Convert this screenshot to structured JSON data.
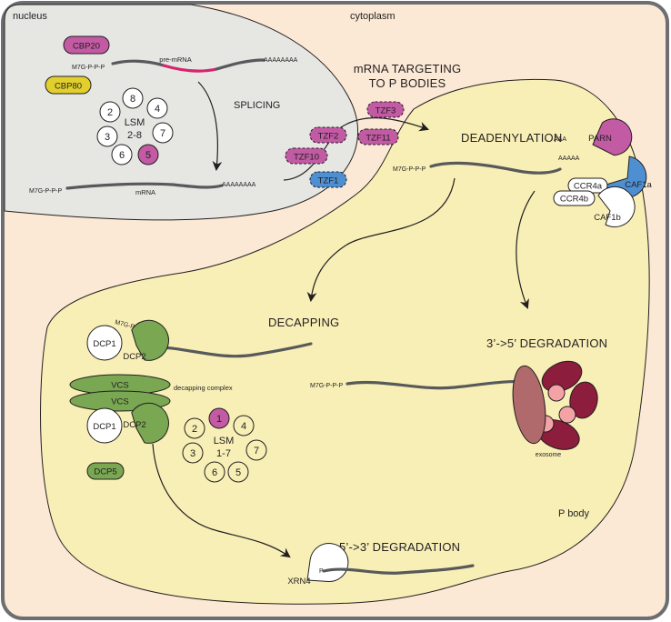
{
  "regions": {
    "nucleus": "nucleus",
    "cytoplasm": "cytoplasm",
    "p_body": "P body"
  },
  "nucleus": {
    "cbp20": "CBP20",
    "cbp80": "CBP80",
    "pre_mrna_cap": "M7G-P-P-P",
    "pre_mrna_label": "pre-mRNA",
    "polya_top": "AAAAAAAA",
    "splicing": "SPLICING",
    "mrna_cap": "M7G-P-P-P",
    "mrna_label": "mRNA",
    "polya_bottom": "AAAAAAAA",
    "lsm_label": "LSM",
    "lsm_range": "2-8",
    "lsm_rings": [
      "2",
      "8",
      "4",
      "3",
      "7",
      "6",
      "5"
    ]
  },
  "targeting": {
    "title_line1": "mRNA TARGETING",
    "title_line2": "TO P BODIES",
    "tzf": [
      "TZF3",
      "TZF2",
      "TZF11",
      "TZF10",
      "TZF1"
    ]
  },
  "deadenylation": {
    "title": "DEADENYLATION",
    "cap": "M7G-P-P-P",
    "polya_a": "AAA",
    "polya_b": "AAAAA",
    "parn": "PARN",
    "ccr4a": "CCR4a",
    "ccr4b": "CCR4b",
    "caf1a": "CAF1a",
    "caf1b": "CAF1b"
  },
  "decapping": {
    "title": "DECAPPING",
    "cap": "M7G-P-P",
    "p_end": "P",
    "dcp1": "DCP1",
    "dcp2": "DCP2",
    "vcs": "VCS",
    "complex_label": "decapping complex",
    "dcp5": "DCP5",
    "lsm_label": "LSM",
    "lsm_range": "1-7",
    "lsm_rings": [
      "2",
      "1",
      "4",
      "3",
      "7",
      "6",
      "5"
    ]
  },
  "degradation_35": {
    "title": "3’->5’ DEGRADATION",
    "cap": "M7G-P-P-P",
    "exosome": "exosome"
  },
  "degradation_53": {
    "title": "5’->3’ DEGRADATION",
    "xrn4": "XRN4",
    "p_end": "P"
  },
  "colors": {
    "nucleus_fill": "#e6e7e3",
    "cytoplasm_fill": "#fbe9d6",
    "pbody_fill": "#f8efb6",
    "magenta": "#c25aa4",
    "yellow": "#e1cf2e",
    "blue": "#4e8fd1",
    "green": "#79a752",
    "exosome_red": "#8c1d3c",
    "splice_pink": "#d6246e"
  }
}
